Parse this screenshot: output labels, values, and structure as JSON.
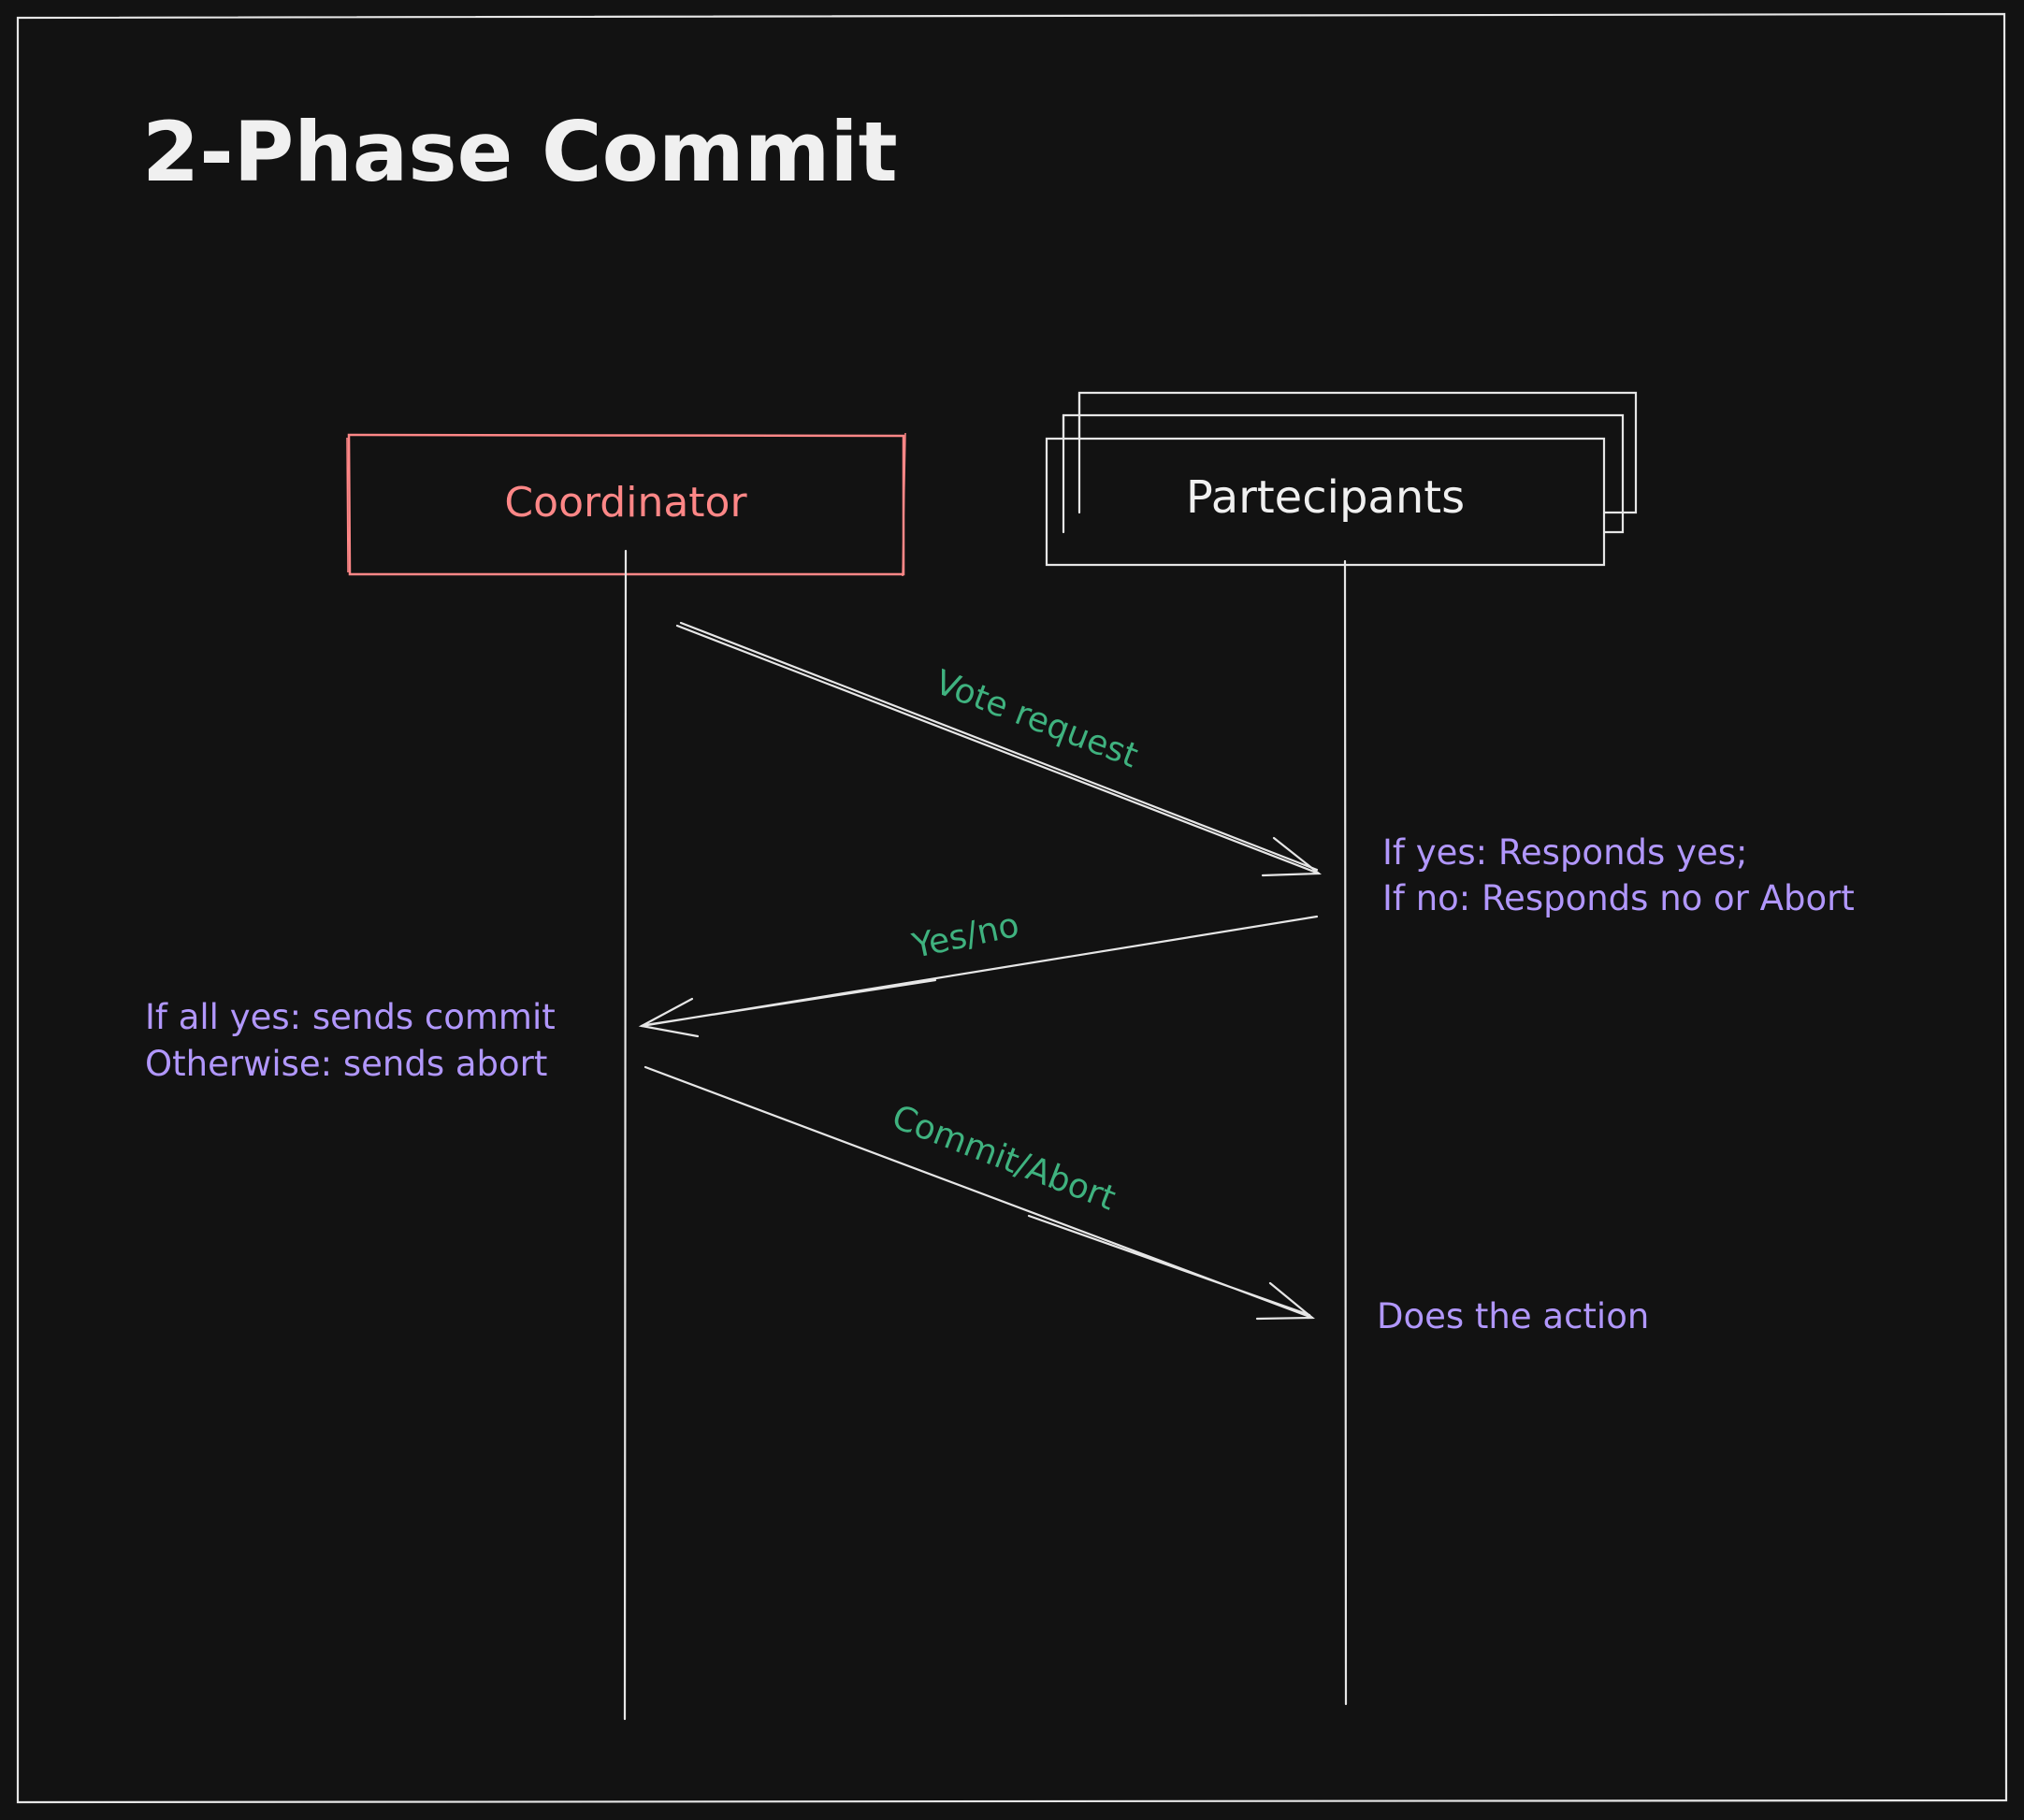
{
  "title": "2-Phase Commit",
  "colors": {
    "background": "#121212",
    "stroke": "#e6e6e6",
    "coordinator": "#ff8787",
    "message": "#3fb27f",
    "note": "#b197fc"
  },
  "actors": {
    "coordinator": "Coordinator",
    "participants": "Partecipants"
  },
  "messages": {
    "vote_request": "Vote request",
    "yes_no": "Yes/no",
    "commit_abort": "Commit/Abort"
  },
  "notes": {
    "participant_vote": [
      "If yes: Responds yes;",
      "If no: Responds no or Abort"
    ],
    "coordinator_decision": [
      "If all yes: sends commit",
      "Otherwise: sends abort"
    ],
    "participant_action": "Does the action"
  }
}
